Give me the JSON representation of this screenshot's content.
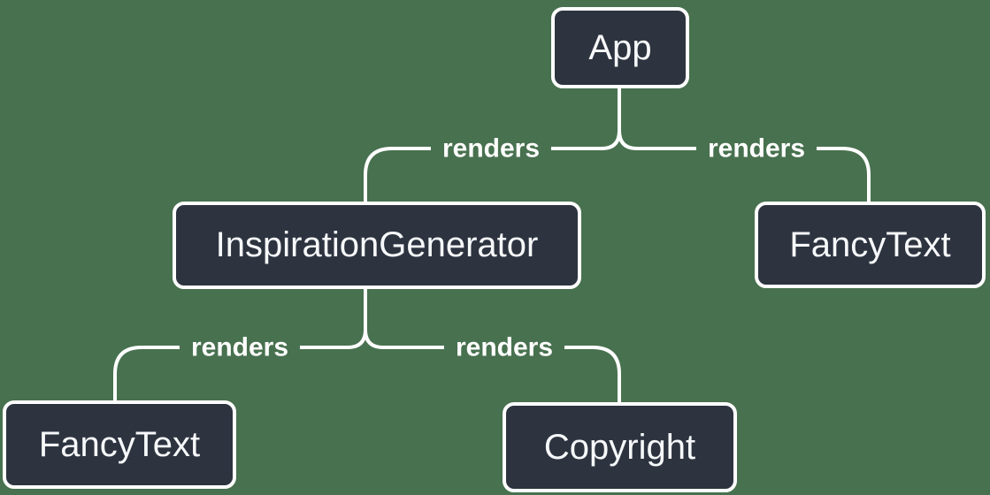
{
  "colors": {
    "background": "#48714F",
    "node_fill": "#2D3440",
    "node_border": "#FFFFFF",
    "edge": "#FFFFFF",
    "node_text": "#F7F8FA",
    "edge_label_text": "#FFFFFF"
  },
  "diagram": {
    "type": "component-render-tree",
    "root": "App",
    "nodes": [
      {
        "id": "app",
        "label": "App"
      },
      {
        "id": "inspiration-generator",
        "label": "InspirationGenerator"
      },
      {
        "id": "fancy-text-top",
        "label": "FancyText"
      },
      {
        "id": "fancy-text-bottom",
        "label": "FancyText"
      },
      {
        "id": "copyright",
        "label": "Copyright"
      }
    ],
    "edges": [
      {
        "from": "App",
        "to": "InspirationGenerator",
        "label": "renders"
      },
      {
        "from": "App",
        "to": "FancyText",
        "label": "renders"
      },
      {
        "from": "InspirationGenerator",
        "to": "FancyText",
        "label": "renders"
      },
      {
        "from": "InspirationGenerator",
        "to": "Copyright",
        "label": "renders"
      }
    ]
  }
}
